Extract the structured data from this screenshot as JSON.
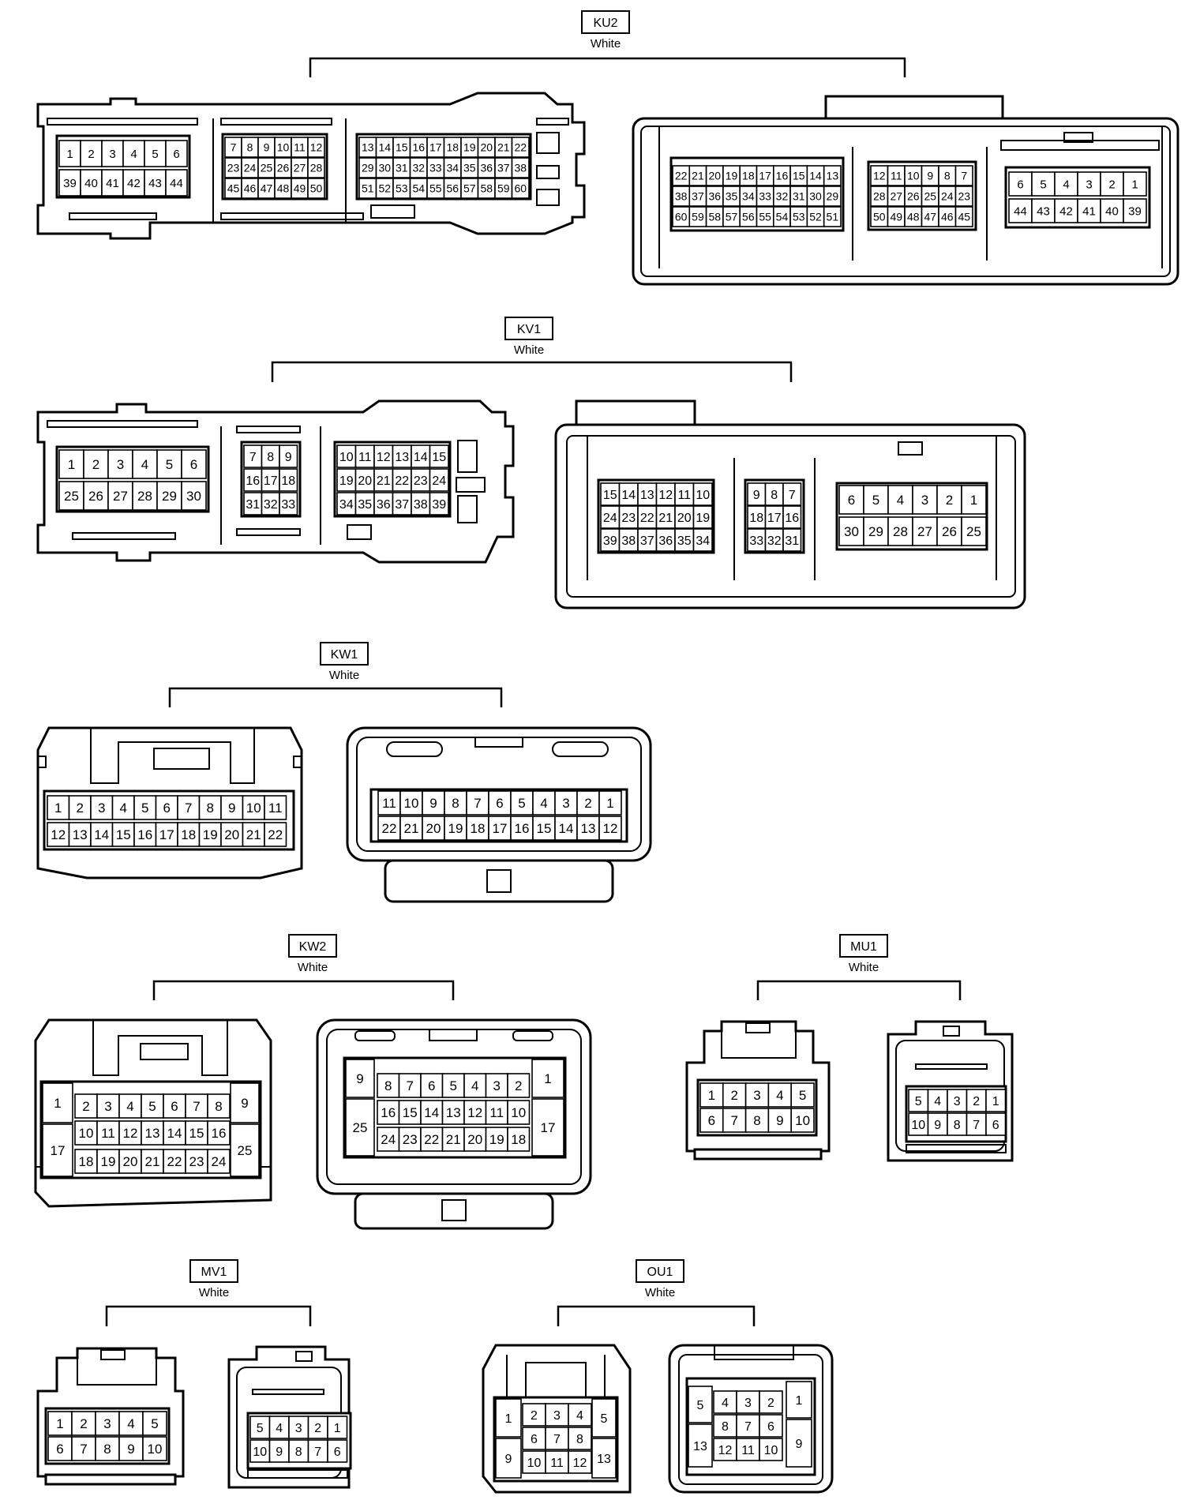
{
  "connectors": [
    {
      "id": "KU2",
      "color": "White",
      "left": {
        "rows": [
          [
            1,
            2,
            3,
            4,
            5,
            6,
            7,
            8,
            9,
            10,
            11,
            12,
            13,
            14,
            15,
            16,
            17,
            18,
            19,
            20,
            21,
            22
          ],
          [
            39,
            40,
            41,
            42,
            43,
            44,
            23,
            24,
            25,
            26,
            27,
            28,
            29,
            30,
            31,
            32,
            33,
            34,
            35,
            36,
            37,
            38
          ],
          [
            45,
            46,
            47,
            48,
            49,
            50,
            51,
            52,
            53,
            54,
            55,
            56,
            57,
            58,
            59,
            60
          ]
        ]
      },
      "right": {
        "rows": [
          [
            22,
            21,
            20,
            19,
            18,
            17,
            16,
            15,
            14,
            13,
            12,
            11,
            10,
            9,
            8,
            7,
            6,
            5,
            4,
            3,
            2,
            1
          ],
          [
            38,
            37,
            36,
            35,
            34,
            33,
            32,
            31,
            30,
            29,
            28,
            27,
            26,
            25,
            24,
            23,
            44,
            43,
            42,
            41,
            40,
            39
          ],
          [
            60,
            59,
            58,
            57,
            56,
            55,
            54,
            53,
            52,
            51,
            50,
            49,
            48,
            47,
            46,
            45
          ]
        ]
      }
    },
    {
      "id": "KV1",
      "color": "White",
      "left": {
        "rows": [
          [
            1,
            2,
            3,
            4,
            5,
            6,
            7,
            8,
            9,
            10,
            11,
            12,
            13,
            14,
            15
          ],
          [
            25,
            26,
            27,
            28,
            29,
            30,
            16,
            17,
            18,
            19,
            20,
            21,
            22,
            23,
            24
          ],
          [
            31,
            32,
            33,
            34,
            35,
            36,
            37,
            38,
            39
          ]
        ]
      },
      "right": {
        "rows": [
          [
            15,
            14,
            13,
            12,
            11,
            10,
            9,
            8,
            7,
            6,
            5,
            4,
            3,
            2,
            1
          ],
          [
            24,
            23,
            22,
            21,
            20,
            19,
            18,
            17,
            16,
            30,
            29,
            28,
            27,
            26,
            25
          ],
          [
            39,
            38,
            37,
            36,
            35,
            34,
            33,
            32,
            31
          ]
        ]
      }
    },
    {
      "id": "KW1",
      "color": "White",
      "left": {
        "rows": [
          [
            1,
            2,
            3,
            4,
            5,
            6,
            7,
            8,
            9,
            10,
            11
          ],
          [
            12,
            13,
            14,
            15,
            16,
            17,
            18,
            19,
            20,
            21,
            22
          ]
        ]
      },
      "right": {
        "rows": [
          [
            11,
            10,
            9,
            8,
            7,
            6,
            5,
            4,
            3,
            2,
            1
          ],
          [
            22,
            21,
            20,
            19,
            18,
            17,
            16,
            15,
            14,
            13,
            12
          ]
        ]
      }
    },
    {
      "id": "KW2",
      "color": "White",
      "left": {
        "rows": [
          [
            1,
            2,
            3,
            4,
            5,
            6,
            7,
            8,
            9
          ],
          [
            17,
            10,
            11,
            12,
            13,
            14,
            15,
            16,
            25
          ],
          [
            18,
            19,
            20,
            21,
            22,
            23,
            24
          ]
        ]
      },
      "right": {
        "rows": [
          [
            9,
            8,
            7,
            6,
            5,
            4,
            3,
            2,
            1
          ],
          [
            25,
            16,
            15,
            14,
            13,
            12,
            11,
            10,
            17
          ],
          [
            24,
            23,
            22,
            21,
            20,
            19,
            18
          ]
        ]
      }
    },
    {
      "id": "MU1",
      "color": "White",
      "left": {
        "rows": [
          [
            1,
            2,
            3,
            4,
            5
          ],
          [
            6,
            7,
            8,
            9,
            10
          ]
        ]
      },
      "right": {
        "rows": [
          [
            5,
            4,
            3,
            2,
            1
          ],
          [
            10,
            9,
            8,
            7,
            6
          ]
        ]
      }
    },
    {
      "id": "MV1",
      "color": "White",
      "left": {
        "rows": [
          [
            1,
            2,
            3,
            4,
            5
          ],
          [
            6,
            7,
            8,
            9,
            10
          ]
        ]
      },
      "right": {
        "rows": [
          [
            5,
            4,
            3,
            2,
            1
          ],
          [
            10,
            9,
            8,
            7,
            6
          ]
        ]
      }
    },
    {
      "id": "OU1",
      "color": "White",
      "left": {
        "rows": [
          [
            1,
            2,
            3,
            4,
            5
          ],
          [
            9,
            6,
            7,
            8,
            13
          ],
          [
            10,
            11,
            12
          ]
        ]
      },
      "right": {
        "rows": [
          [
            5,
            4,
            3,
            2,
            1
          ],
          [
            13,
            8,
            7,
            6,
            9
          ],
          [
            12,
            11,
            10
          ]
        ]
      }
    }
  ]
}
